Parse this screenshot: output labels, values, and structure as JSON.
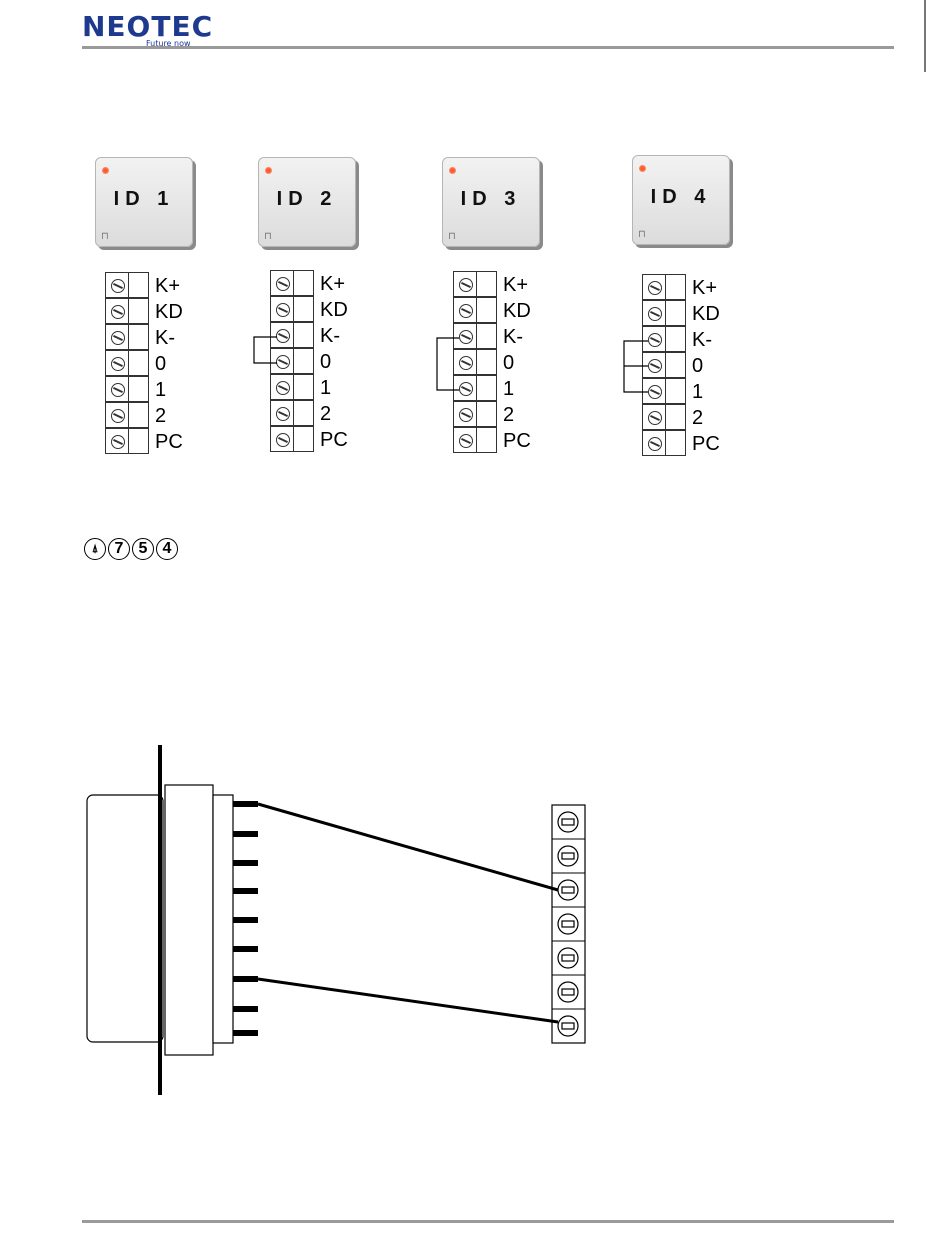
{
  "header": {
    "logo_text": "NEOTEC",
    "logo_tagline": "Future now"
  },
  "devices": [
    {
      "label": "ID 1"
    },
    {
      "label": "ID 2"
    },
    {
      "label": "ID 3"
    },
    {
      "label": "ID 4"
    }
  ],
  "terminal_labels": [
    "K+",
    "KD",
    "K-",
    "0",
    "1",
    "2",
    "PC"
  ],
  "keypad_icons": [
    "bell-icon",
    "7",
    "5",
    "4"
  ],
  "keypad_bell": "⍋",
  "colors": {
    "brand": "#1d3a8f",
    "led": "#ff5a2a",
    "rule": "#9a9a9a"
  }
}
